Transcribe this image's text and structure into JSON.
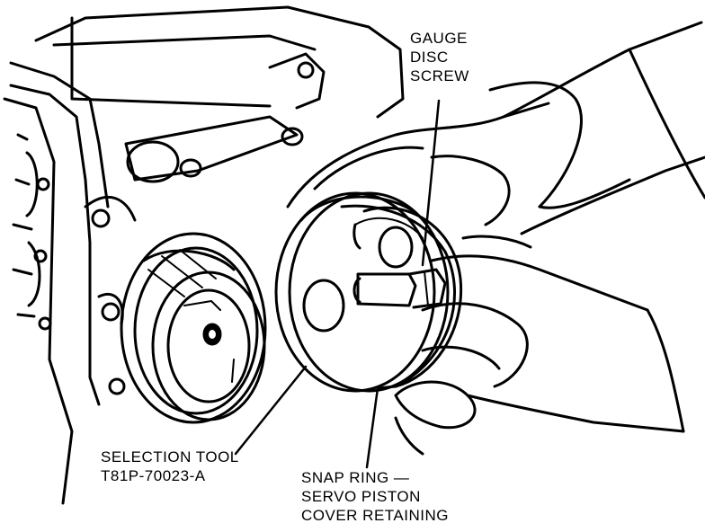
{
  "labels": {
    "gauge": [
      "GAUGE",
      "DISC",
      "SCREW"
    ],
    "tool": [
      "SELECTION TOOL",
      "T81P-70023-A"
    ],
    "snap": [
      "SNAP RING —",
      "SERVO PISTON",
      "COVER RETAINING"
    ]
  }
}
